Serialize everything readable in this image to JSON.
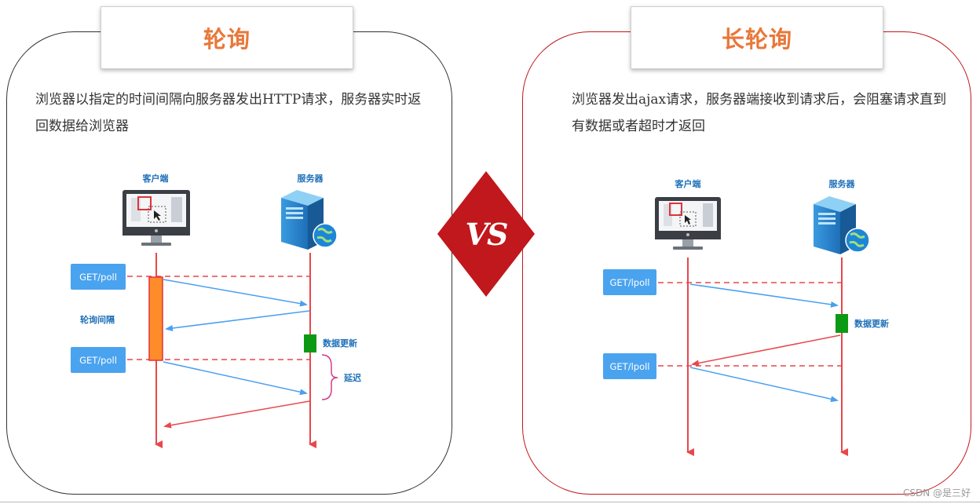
{
  "left_panel": {
    "title": "轮询",
    "description": "浏览器以指定的时间间隔向服务器发出HTTP请求，服务器实时返回数据给浏览器",
    "client_label": "客户端",
    "server_label": "服务器",
    "get_label_1": "GET/poll",
    "get_label_2": "GET/poll",
    "interval_label": "轮询间隔",
    "update_label": "数据更新",
    "delay_label": "延迟"
  },
  "right_panel": {
    "title": "长轮询",
    "description": "浏览器发出ajax请求，服务器端接收到请求后，会阻塞请求直到有数据或者超时才返回",
    "client_label": "客户端",
    "server_label": "服务器",
    "get_label_1": "GET/lpoll",
    "get_label_2": "GET/lpoll",
    "update_label": "数据更新"
  },
  "vs_label": "VS",
  "watermark": "CSDN @是三好",
  "colors": {
    "title_orange": "#e8783a",
    "accent_red": "#c0181c",
    "line_red": "#e8474c",
    "arrow_blue": "#4a9ff0",
    "label_blue": "#4aa3ef",
    "interval_orange": "#ff8c2a",
    "update_green": "#0c9a14",
    "brace_pink": "#d23c8c"
  }
}
